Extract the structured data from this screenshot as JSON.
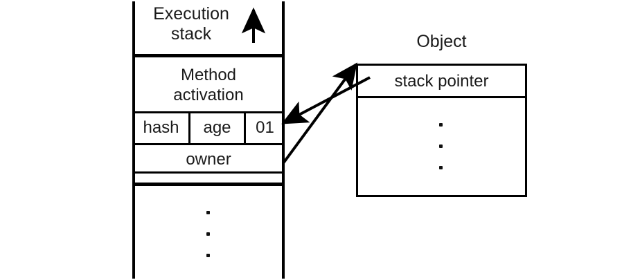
{
  "figure": {
    "background_color": "#ffffff",
    "line_color": "#000000",
    "text_color": "#1a1a1a"
  },
  "execution_stack": {
    "title_line1": "Execution",
    "title_line2": "stack",
    "growth_arrow": "up-arrow",
    "frame": {
      "method_activation_line1": "Method",
      "method_activation_line2": "activation",
      "fields": [
        {
          "label": "hash"
        },
        {
          "label": "age"
        },
        {
          "label": "01"
        }
      ],
      "owner_label": "owner"
    },
    "ellipsis": [
      "·",
      "·",
      "·"
    ]
  },
  "object": {
    "title": "Object",
    "rows": [
      {
        "label": "stack pointer"
      }
    ],
    "ellipsis": [
      "·",
      "·",
      "·"
    ]
  },
  "connections": [
    {
      "name": "owner-to-object",
      "from": "owner",
      "to": "object-header",
      "direction": "right-up"
    },
    {
      "name": "stack-pointer-to-flag",
      "from": "stack pointer",
      "to": "01",
      "direction": "left-down"
    }
  ]
}
